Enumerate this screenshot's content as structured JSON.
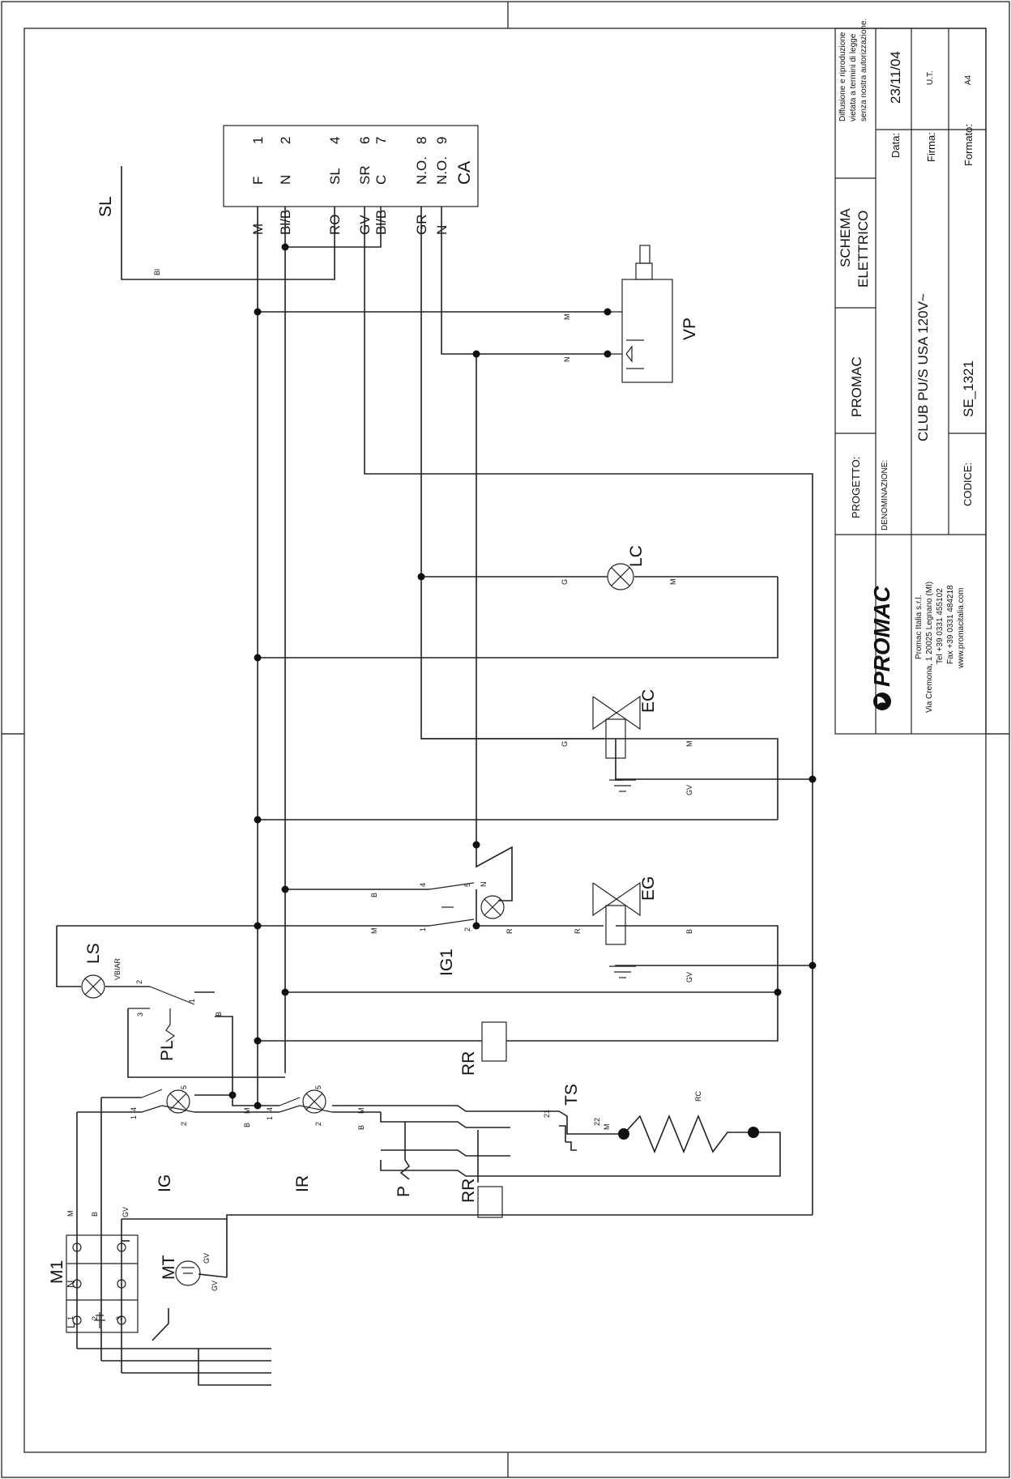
{
  "title_block": {
    "rights_line1": "Diffusione e riproduzione",
    "rights_line2": "vietata a termini di legge",
    "rights_line3": "senza nostra autorizzazione.",
    "data_label": "Data:",
    "data_value": "23/11/04",
    "firma_label": "Firma:",
    "ut_value": "U.T.",
    "formato_label": "Formato:",
    "formato_value": "A4",
    "schema_line1": "SCHEMA",
    "schema_line2": "ELETTRICO",
    "progetto_label": "PROGETTO:",
    "progetto_value": "PROMAC",
    "denominazione_label": "DENOMINAZIONE:",
    "denominazione_value": "CLUB PU/S USA  120V~",
    "codice_label": "CODICE:",
    "codice_value": "SE_1321",
    "logo_text": "PROMAC",
    "company_name": "Promac Italia s.r.l.",
    "company_address": "Via Cremona, 1 20025 Legnano (MI)",
    "company_tel": "Tel +39 0331 455102",
    "company_fax": "Fax +39 0331 484218",
    "company_web": "www.promacitalia.com"
  },
  "connector_ca": {
    "label": "CA",
    "pins": [
      "1",
      "2",
      "4",
      "6",
      "7",
      "8",
      "9"
    ],
    "functions": [
      "F",
      "N",
      "SL",
      "SR",
      "C",
      "N.O.",
      "N.O."
    ],
    "wires": [
      "M",
      "Bl/B",
      "RO",
      "GV",
      "Bl/B",
      "GR",
      "N"
    ]
  },
  "components": {
    "sl": "SL",
    "vp": "VP",
    "lc": "LC",
    "ec": "EC",
    "eg": "EG",
    "ig1": "IG1",
    "ls": "LS",
    "pl": "PL",
    "rr_top": "RR",
    "rr_bottom": "RR",
    "ts": "TS",
    "rc": "RC",
    "p": "P",
    "ir": "IR",
    "ig": "IG",
    "mt": "MT",
    "m1": "M1"
  },
  "wire_labels": {
    "bl": "Bl",
    "m": "M",
    "n": "N",
    "g": "G",
    "gv": "GV",
    "b": "B",
    "r": "R",
    "vbar": "VBIAR"
  },
  "terminal_numbers": {
    "n1": "1",
    "n2": "2",
    "n3": "3",
    "n4": "4",
    "n5": "5",
    "n21": "21",
    "n22": "22"
  },
  "m1_terminals": [
    "L",
    "N"
  ]
}
